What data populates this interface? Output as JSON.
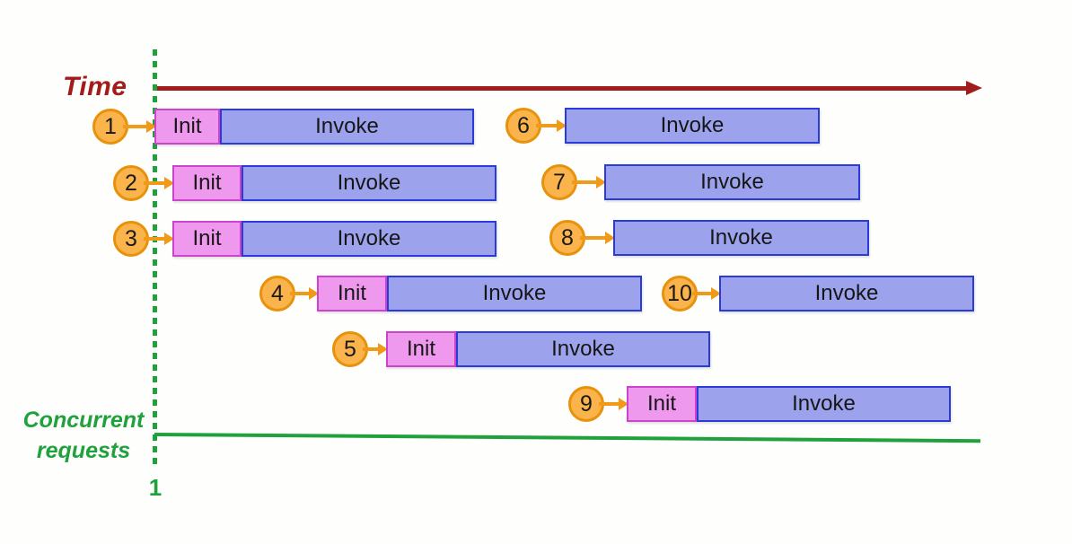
{
  "diagram": {
    "time_axis_label": "Time",
    "concurrency_axis_label": "Concurrent requests",
    "concurrency_tick_value": "1"
  },
  "colors": {
    "time_axis": "#a31c1c",
    "concurrency_axis": "#1fa23c",
    "request_badge_fill": "#fbb34c",
    "request_badge_border": "#e8920c",
    "init_fill": "#ee99ee",
    "init_border": "#cc44cc",
    "invoke_fill": "#9ca3ec",
    "invoke_border": "#2b3bd9"
  },
  "requests": [
    {
      "number": "1",
      "init_label": "Init",
      "invoke_label": "Invoke"
    },
    {
      "number": "2",
      "init_label": "Init",
      "invoke_label": "Invoke"
    },
    {
      "number": "3",
      "init_label": "Init",
      "invoke_label": "Invoke"
    },
    {
      "number": "4",
      "init_label": "Init",
      "invoke_label": "Invoke"
    },
    {
      "number": "5",
      "init_label": "Init",
      "invoke_label": "Invoke"
    },
    {
      "number": "6",
      "invoke_label": "Invoke"
    },
    {
      "number": "7",
      "invoke_label": "Invoke"
    },
    {
      "number": "8",
      "invoke_label": "Invoke"
    },
    {
      "number": "9",
      "init_label": "Init",
      "invoke_label": "Invoke"
    },
    {
      "number": "10",
      "invoke_label": "Invoke"
    }
  ]
}
